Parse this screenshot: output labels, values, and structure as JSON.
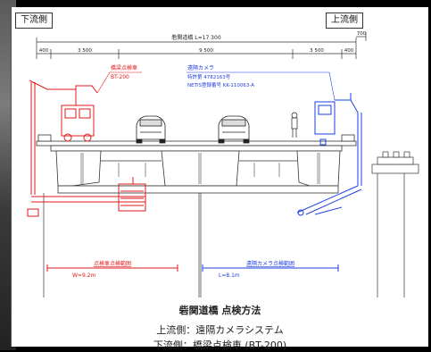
{
  "labels": {
    "downstream": "下流側",
    "upstream": "上流側",
    "total_width": "砦関道橋 L=17 300",
    "dim_400_left": "400",
    "dim_3500_left": "3 500",
    "dim_9500": "9 500",
    "dim_3500_right": "3 500",
    "dim_400_right": "400",
    "dim_700": "700"
  },
  "callouts": {
    "inspection_vehicle": [
      "橋梁点検車",
      "BT-200"
    ],
    "remote_camera": [
      "遠隔カメラ",
      "特許第 4782163号",
      "NETIS登録番号 KK-110063-A"
    ]
  },
  "ranges": {
    "vehicle_title": "点検車点検範囲",
    "vehicle_width": "W=9.2m",
    "camera_title": "遠隔カメラ点検範囲",
    "camera_length": "L=8.1m"
  },
  "caption": {
    "title": "砦関道橋 点検方法",
    "line1": "上流側：遠隔カメラシステム",
    "line2": "下流側：橋梁点検車 (BT-200)"
  },
  "colors": {
    "red": "#e0191b",
    "blue": "#1f3fe0",
    "structure": "#333333"
  }
}
